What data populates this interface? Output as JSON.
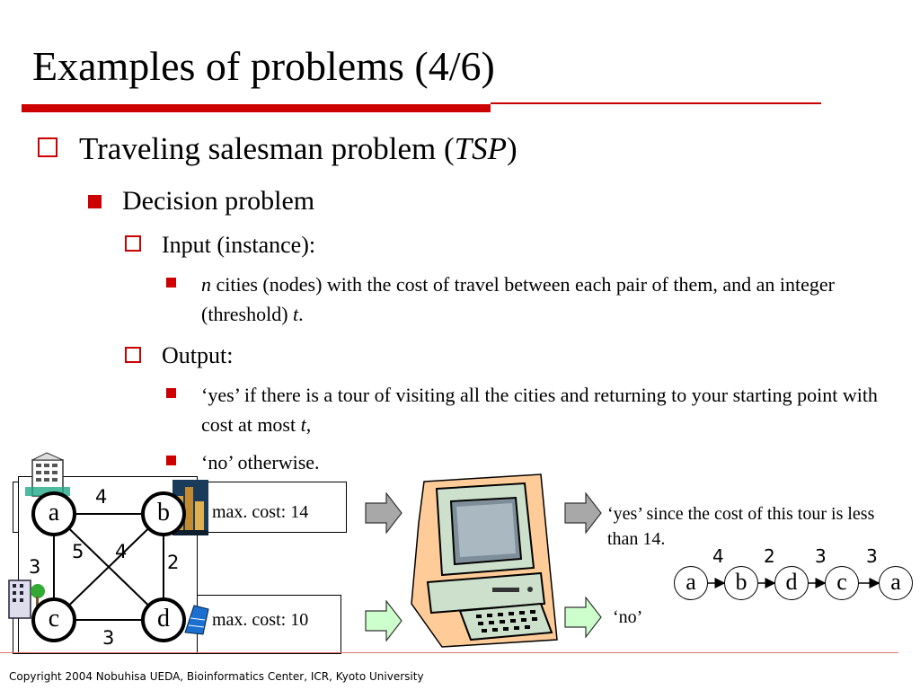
{
  "title": "Examples of problems (4/6)",
  "bullets": {
    "l1": {
      "text": "Traveling salesman problem (",
      "abbr": "TSP",
      "close": ")"
    },
    "l2": "Decision problem",
    "input_heading": "Input (instance):",
    "input_item": {
      "var": "n",
      "text": " cities (nodes) with the cost of travel between each pair of them, and an integer (threshold) ",
      "var2": "t",
      "end": "."
    },
    "output_heading": "Output:",
    "output_yes": {
      "text": "‘yes’ if there is a tour of visiting all the cities and returning to your starting point with cost at most ",
      "var": "t",
      "end": ","
    },
    "output_no": "‘no’ otherwise."
  },
  "graph": {
    "nodes": [
      "a",
      "b",
      "c",
      "d"
    ],
    "edges": {
      "ab": "4",
      "ac": "3",
      "bd": "2",
      "cd": "3",
      "ad": "5",
      "bc": "4"
    }
  },
  "instance1": {
    "cost_label": "max. cost: 14",
    "result": "‘yes’ since the cost of this tour is less than 14."
  },
  "instance2": {
    "cost_label": "max. cost: 10",
    "result": "‘no’"
  },
  "tour": {
    "nodes": [
      "a",
      "b",
      "d",
      "c",
      "a"
    ],
    "costs": [
      "4",
      "2",
      "3",
      "3"
    ]
  },
  "colors": {
    "accent": "#cc0000",
    "arrow_gray": "#a8a8a8",
    "arrow_green": "#ccffcc",
    "computer_body": "#cce0cc",
    "computer_outline": "#ffcc99"
  },
  "footer": "Copyright 2004 Nobuhisa UEDA, Bioinformatics Center, ICR, Kyoto University"
}
